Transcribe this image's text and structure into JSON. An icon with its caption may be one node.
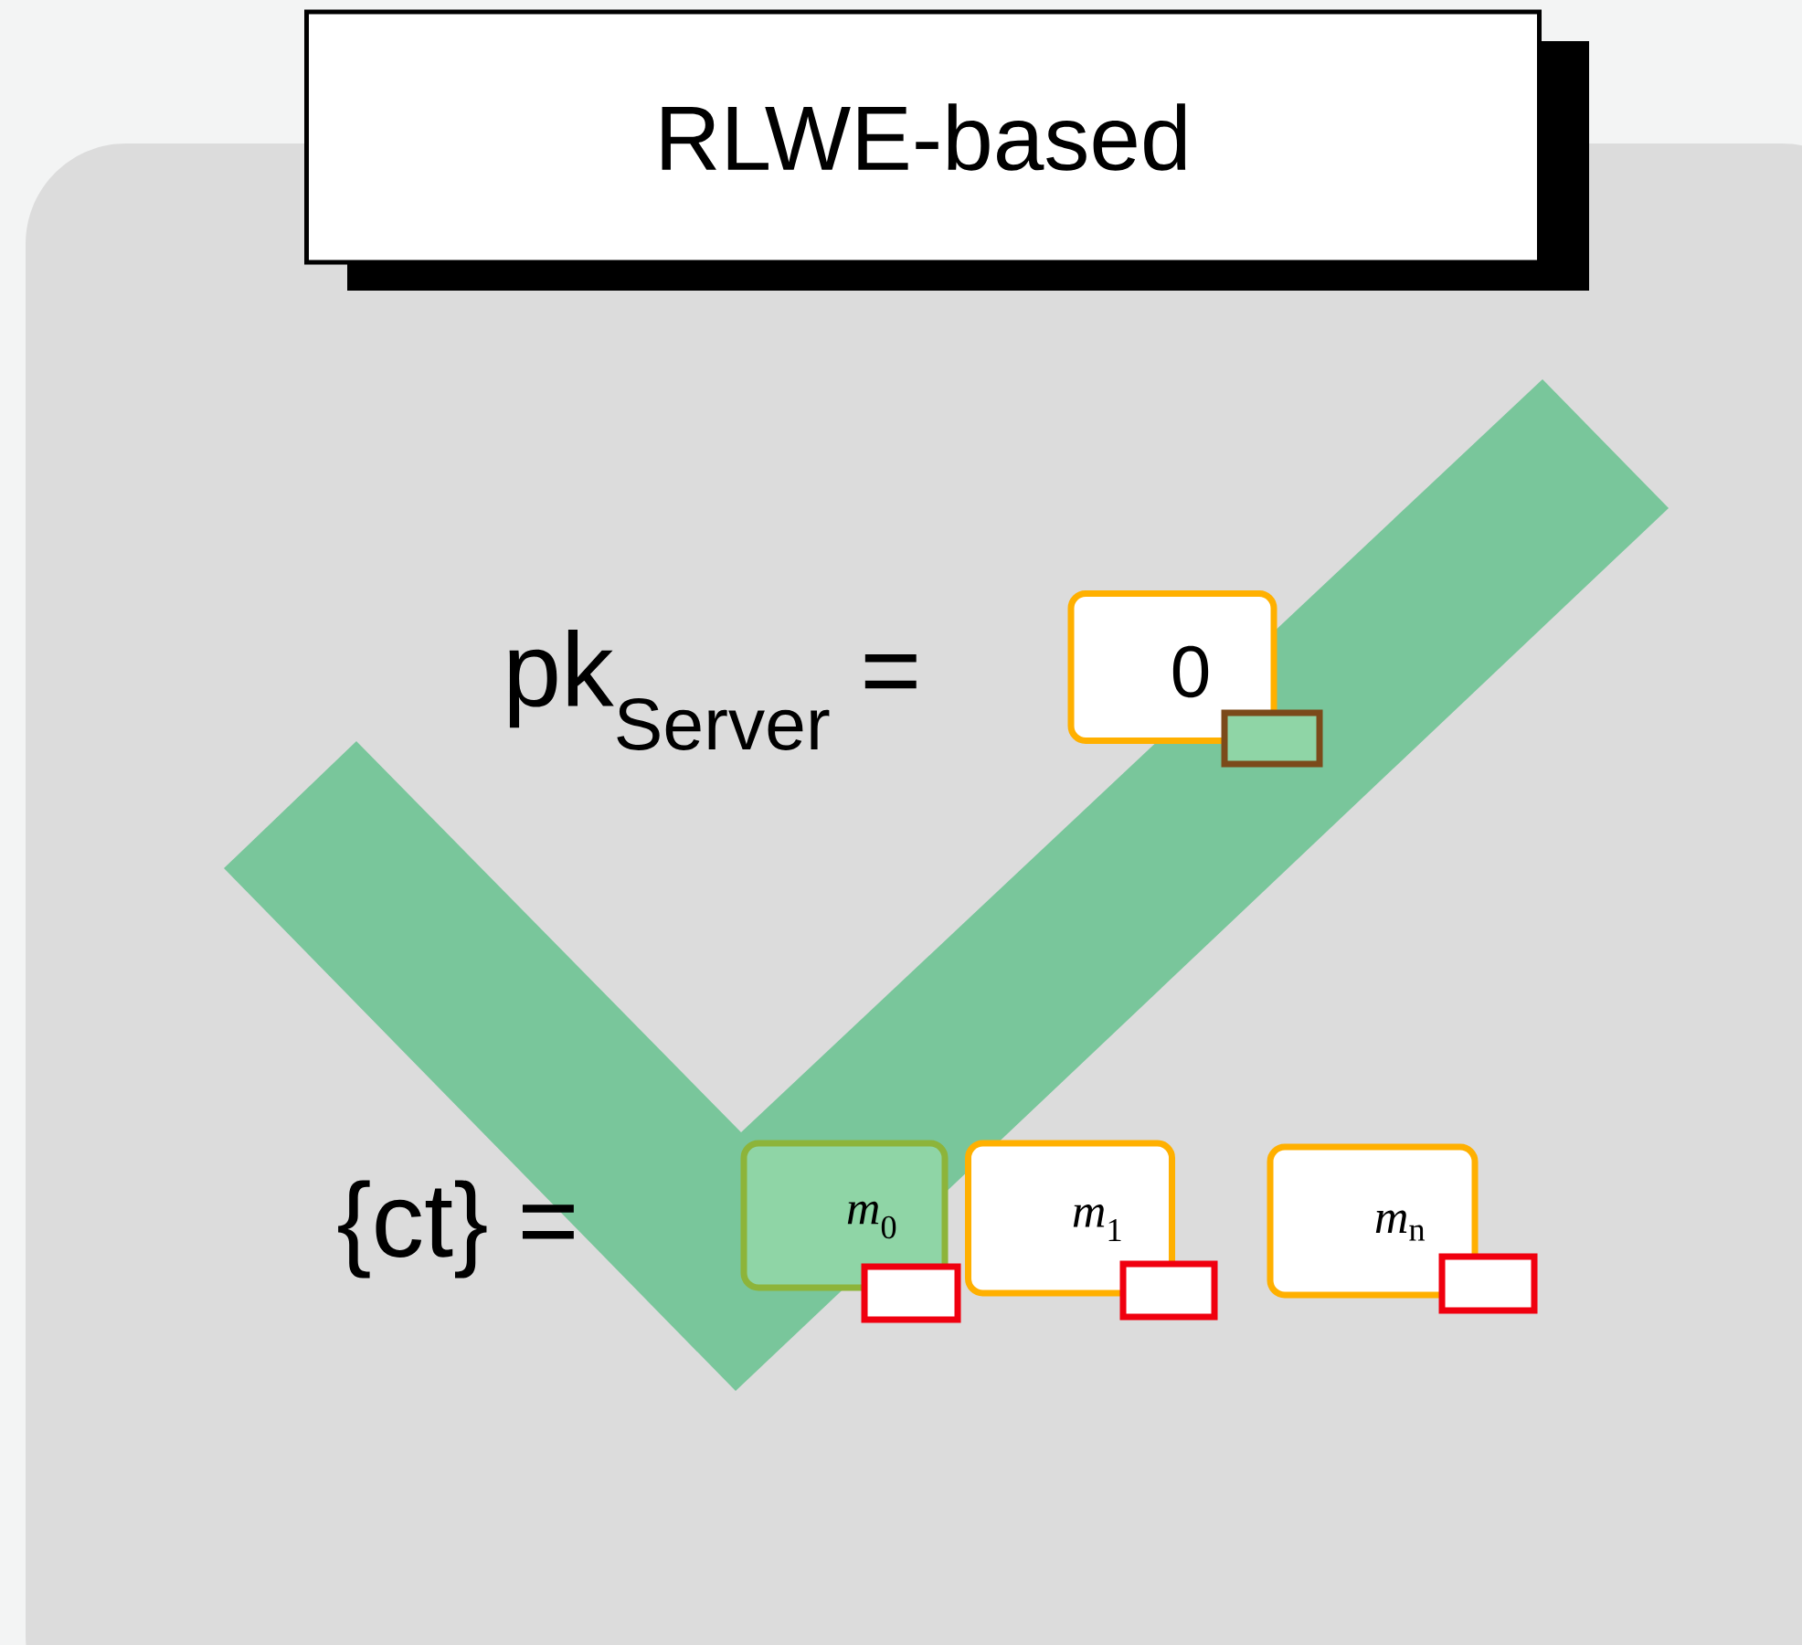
{
  "diagram": {
    "title": "RLWE-based",
    "nodes": [
      {
        "text": [
          "0"
        ]
      },
      {
        "text": [
          "*m*$_{0}$"
        ]
      },
      {
        "text": [
          "*m*$_{1}$"
        ]
      },
      {
        "text": [
          "*m*$_{n}$"
        ]
      },
      {
        "text": [],
        "shape": "box"
      },
      {
        "text": [],
        "shape": "box"
      },
      {
        "text": [],
        "shape": "box"
      },
      {
        "text": [],
        "shape": "box"
      }
    ],
    "labels": [
      "pk$_{Server}$ =",
      "{ct} ="
    ]
  }
}
